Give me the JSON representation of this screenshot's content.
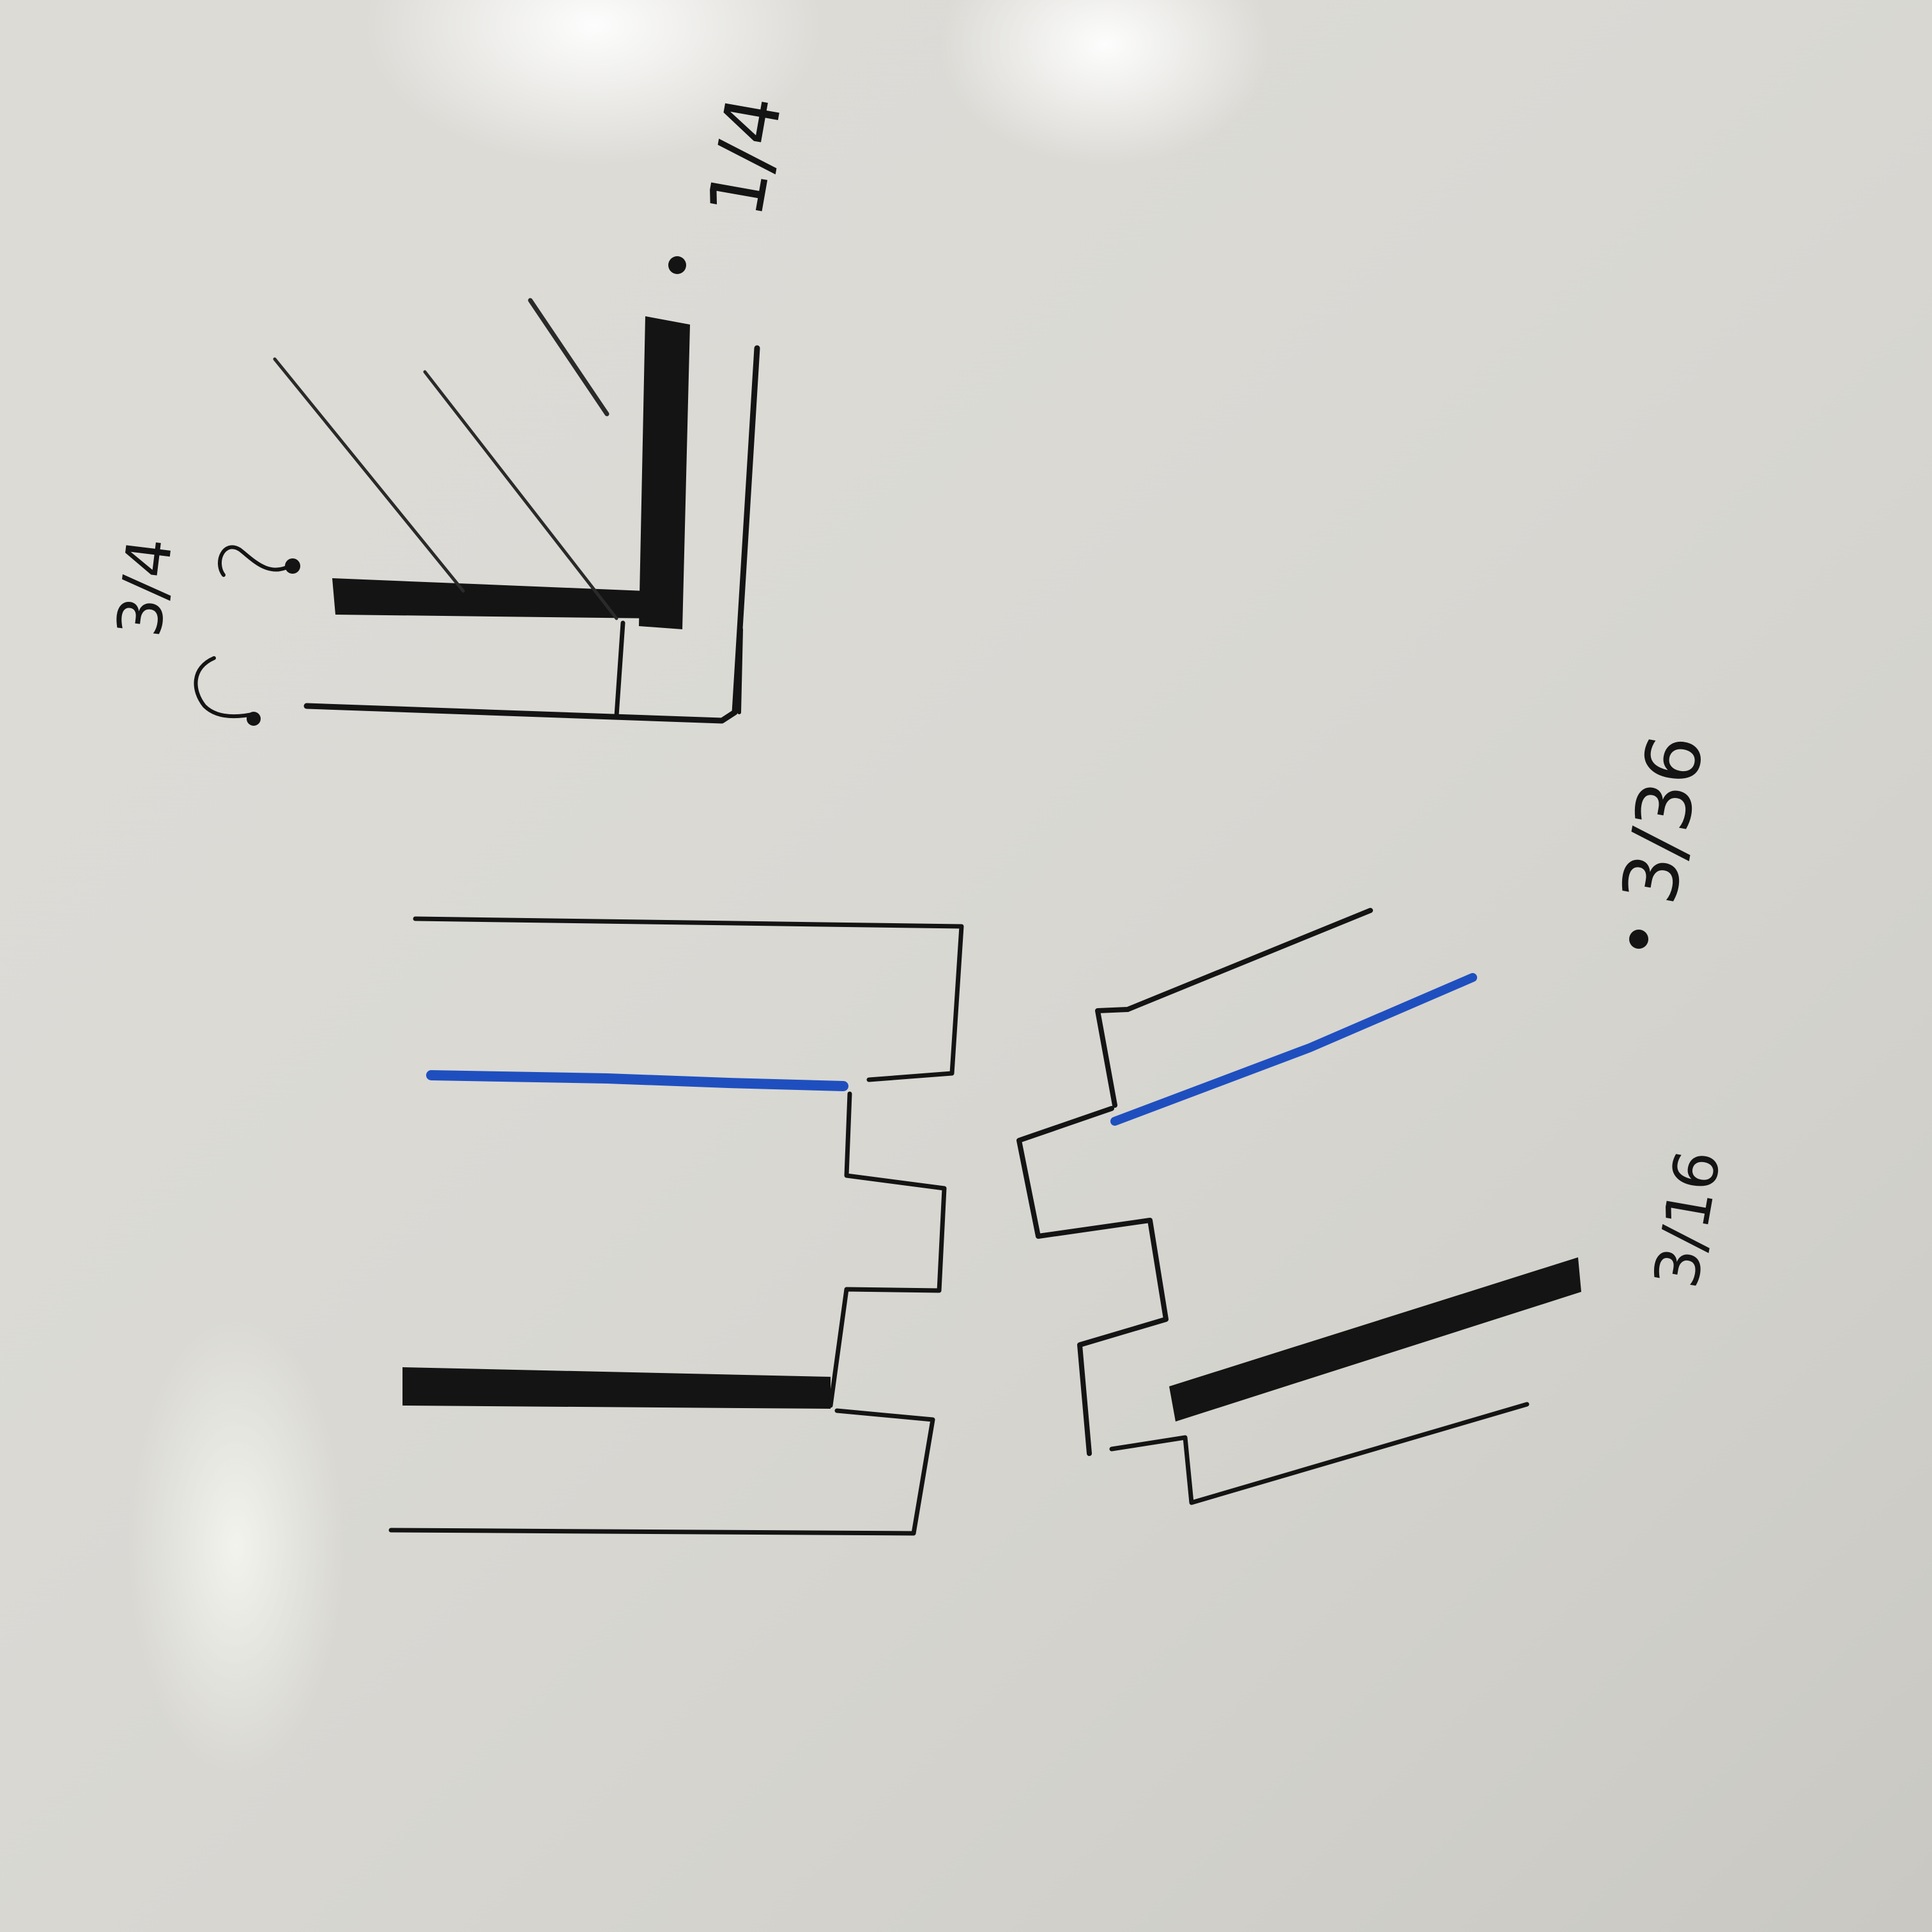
{
  "colors": {
    "board": "#dcdbd6",
    "black_marker": "#141414",
    "blue_marker": "#1f4fbf",
    "glare": "#ffffff"
  },
  "labels": {
    "quarter": "1/4",
    "three_quarter": "3/4",
    "three_thirty_sixths": "3/36",
    "three_sixteenths": "3/16"
  }
}
